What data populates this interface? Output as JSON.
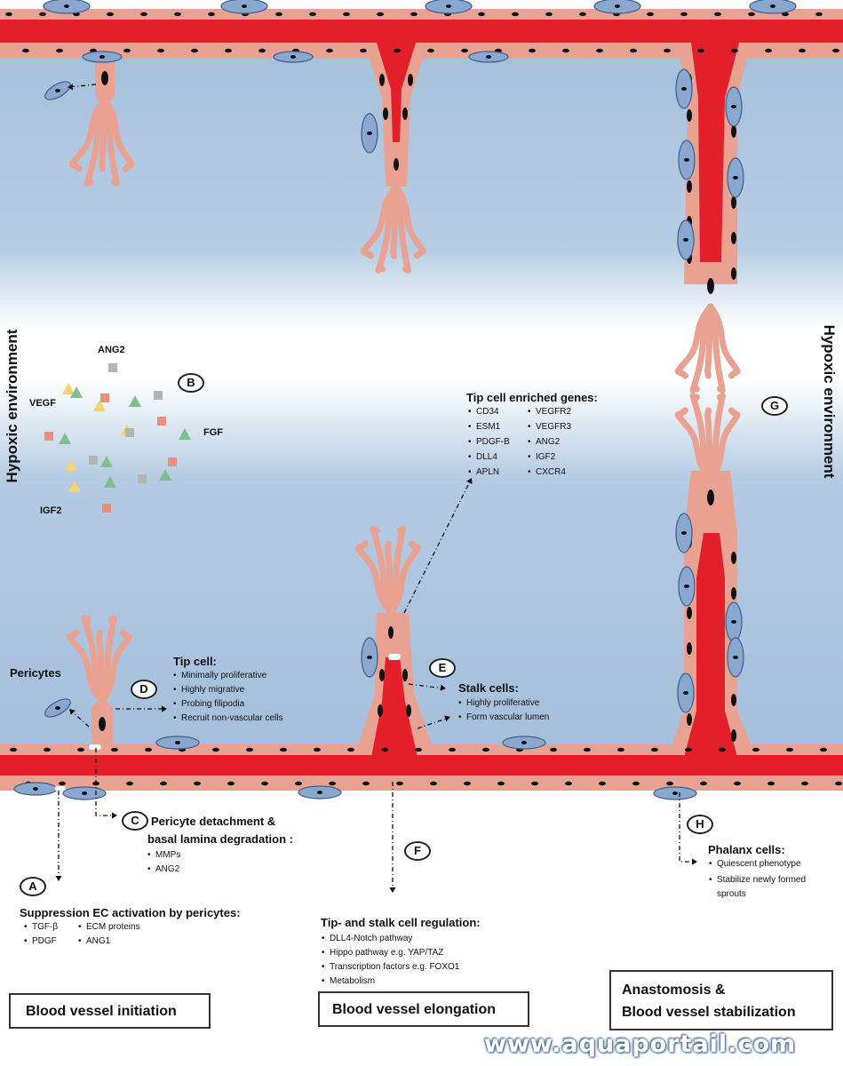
{
  "side_labels": {
    "left": "Hypoxic environment",
    "right": "Hypoxic environment"
  },
  "growth_factors": {
    "ang2": "ANG2",
    "vegf": "VEGF",
    "fgf": "FGF",
    "igf2": "IGF2"
  },
  "markers": {
    "a": "A",
    "b": "B",
    "c": "C",
    "d": "D",
    "e": "E",
    "f": "F",
    "g": "G",
    "h": "H"
  },
  "pericytes_label": "Pericytes",
  "tip_cell": {
    "title": "Tip cell:",
    "items": [
      "Minimally proliferative",
      "Highly migrative",
      "Probing filipodia",
      "Recruit non-vascular cells"
    ]
  },
  "stalk_cells": {
    "title": "Stalk cells:",
    "items": [
      "Highly proliferative",
      "Form vascular lumen"
    ]
  },
  "tip_genes": {
    "title": "Tip cell enriched genes:",
    "col1": [
      "CD34",
      "ESM1",
      "PDGF-B",
      "DLL4",
      "APLN"
    ],
    "col2": [
      "VEGFR2",
      "VEGFR3",
      "ANG2",
      "IGF2",
      "CXCR4"
    ]
  },
  "pericyte_detachment": {
    "title_line1": "Pericyte detachment &",
    "title_line2": "basal lamina degradation :",
    "items": [
      "MMPs",
      "ANG2"
    ]
  },
  "suppression": {
    "title": "Suppression EC activation by pericytes:",
    "col1": [
      "TGF-β",
      "PDGF"
    ],
    "col2": [
      "ECM proteins",
      "ANG1"
    ]
  },
  "regulation": {
    "title": "Tip- and stalk cell regulation:",
    "items": [
      "DLL4-Notch pathway",
      "Hippo  pathway e.g. YAP/TAZ",
      "Transcription factors e.g. FOXO1",
      "Metabolism"
    ]
  },
  "phalanx": {
    "title": "Phalanx cells:",
    "items": [
      "Quiescent phenotype",
      "Stabilize newly formed",
      "sprouts"
    ]
  },
  "stages": {
    "initiation": "Blood vessel initiation",
    "elongation": "Blood vessel elongation",
    "stabilization_line1": "Anastomosis &",
    "stabilization_line2": "Blood vessel stabilization"
  },
  "watermark": "www.aquaportail.com",
  "colors": {
    "blood": "#e3202a",
    "endothelium": "#e9a292",
    "pericyte": "#8aa8cf",
    "hypoxia_blue": "#a9c3de",
    "nucleus": "#111111"
  },
  "factor_colors": {
    "vegf": "#f3d46a",
    "fgf": "#7fbf8f",
    "ang2": "#b4b4b4",
    "igf2": "#e8907c"
  }
}
